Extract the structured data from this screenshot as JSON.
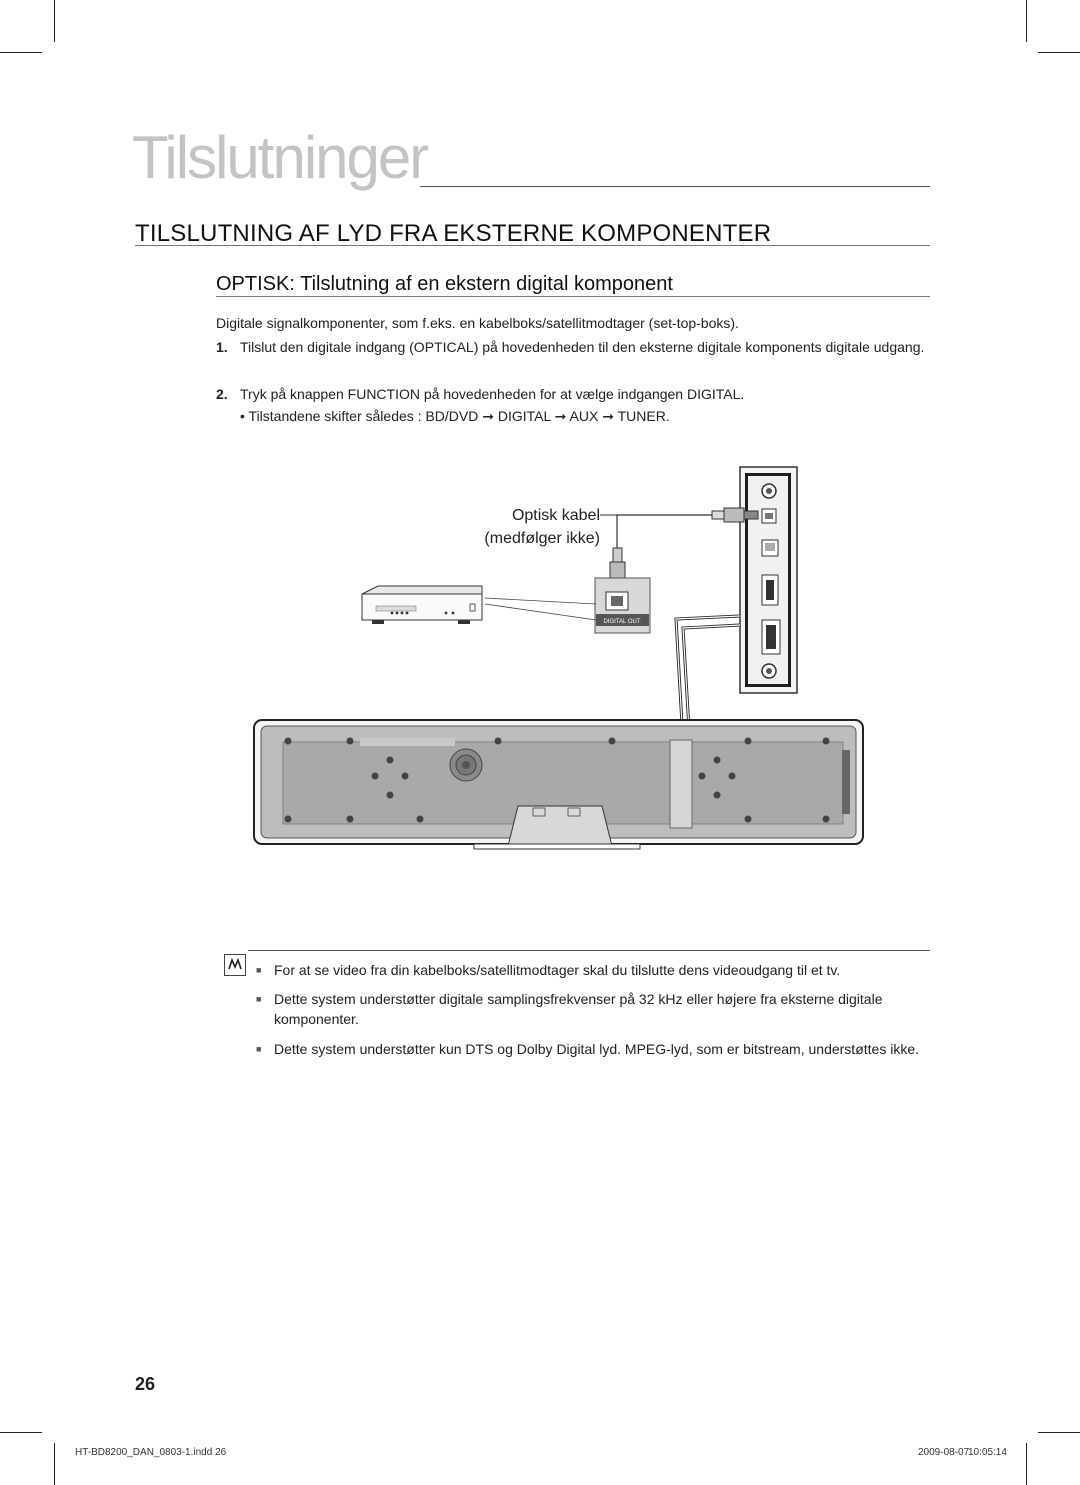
{
  "chapter": {
    "title": "Tilslutninger"
  },
  "section": {
    "title": "TILSLUTNING AF LYD FRA EKSTERNE KOMPONENTER"
  },
  "subsection": {
    "title": "OPTISK: Tilslutning af en ekstern digital komponent",
    "intro": "Digitale signalkomponenter, som f.eks. en kabelboks/satellitmodtager (set-top-boks).",
    "steps": [
      {
        "num": "1.",
        "text": "Tilslut den digitale indgang (OPTICAL) på hovedenheden til den eksterne digitale komponents digitale udgang."
      },
      {
        "num": "2.",
        "pre": "Tryk på knappen ",
        "k1": "FUNCTION",
        "mid": " på hovedenheden for at vælge indgangen ",
        "k2": "DIGITAL",
        "end": "."
      }
    ],
    "bullet": {
      "prefix": "• Tilstandene skifter således : ",
      "m1": "BD/DVD",
      "m2": "DIGITAL",
      "m3": "AUX",
      "m4": "TUNER",
      "arrow": "➞",
      "end": "."
    }
  },
  "diagram": {
    "cable_label_1": "Optisk kabel",
    "cable_label_2": "(medfølger ikke)",
    "port_label": "DIGITAL OUT"
  },
  "notes": [
    "For at se video fra din kabelboks/satellitmodtager skal du tilslutte dens videoudgang til et tv.",
    "Dette system understøtter digitale samplingsfrekvenser på 32 kHz eller højere fra eksterne digitale komponenter.",
    "Dette system understøtter kun DTS og Dolby Digital lyd. MPEG-lyd, som er bitstream, understøttes ikke."
  ],
  "page_number": "26",
  "footer": {
    "file": "HT-BD8200_DAN_0803-1.indd   26",
    "date": "2009-08-07",
    "time": "10:05:14"
  }
}
